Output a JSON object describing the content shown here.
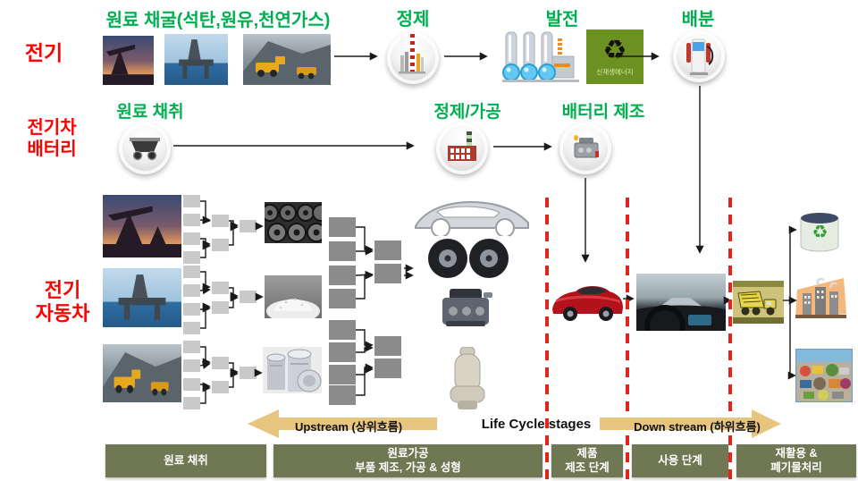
{
  "slide": {
    "rows": {
      "electricity": {
        "label": "전기",
        "extraction_title": "원료 채굴(석탄,원유,천연가스)",
        "refining_title": "정제",
        "generation_title": "발전",
        "renewable_badge": "신재생에너지",
        "distribution_title": "배분"
      },
      "battery": {
        "label": "전기차\n배터리",
        "extraction_title": "원료 채취",
        "refining_title": "정제/가공",
        "manufacturing_title": "배터리 제조"
      },
      "vehicle": {
        "label": "전기\n자동차"
      }
    },
    "flow": {
      "upstream": "Upstream (상위흐름)",
      "center": "Life Cycle stages",
      "downstream": "Down stream (하위흐름)"
    },
    "stage_bar": [
      {
        "label": "원료 채취"
      },
      {
        "label": "원료가공\n부품 제조, 가공 & 성형"
      },
      {
        "label": "제품\n제조 단계"
      },
      {
        "label": "사용 단계"
      },
      {
        "label": "재활용 &\n폐기물처리"
      }
    ],
    "icons": {
      "renewable_glyph": "♻",
      "recycle_bin_glyph": "♻"
    },
    "colors": {
      "title_green": "#00B050",
      "label_red": "#FF0000",
      "stage_bar_olive": "#6F7852",
      "flow_arrow_tan": "#E7C57F",
      "divider_red": "#E3231C",
      "renewable_green": "#6D9023"
    }
  }
}
